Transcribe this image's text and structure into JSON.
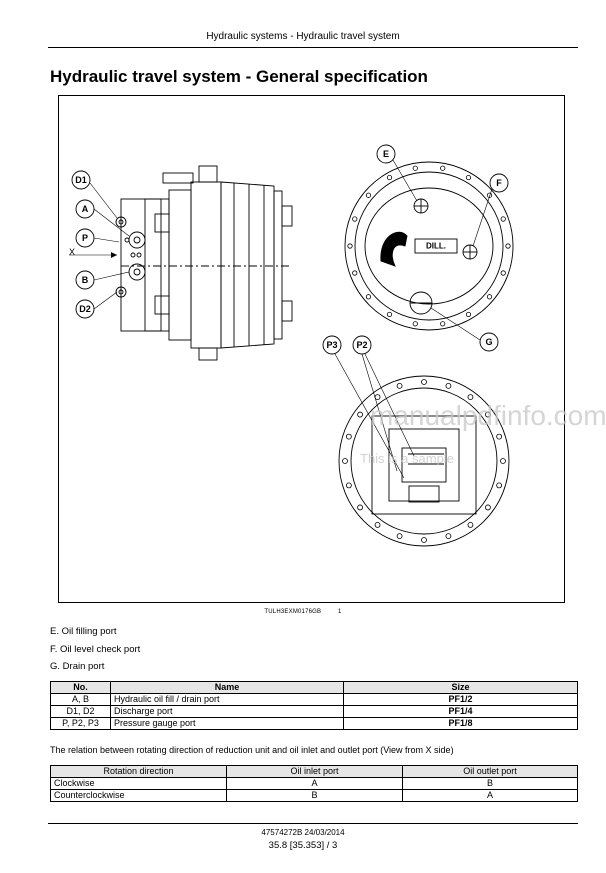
{
  "header": {
    "title": "Hydraulic systems - Hydraulic travel system"
  },
  "page_title": "Hydraulic travel system - General specification",
  "figure": {
    "reference_code": "TULH3EXM0176GB",
    "reference_number": "1",
    "callouts": [
      "D1",
      "A",
      "P",
      "X",
      "B",
      "D2",
      "E",
      "F",
      "G",
      "P3",
      "P2"
    ],
    "logo_text": "DILL."
  },
  "legend": [
    "E.  Oil filling port",
    "F.  Oil level check port",
    "G.  Drain port"
  ],
  "ports_table": {
    "headers": [
      "No.",
      "Name",
      "Size"
    ],
    "rows": [
      [
        "A, B",
        "Hydraulic oil fill / drain port",
        "PF1/2"
      ],
      [
        "D1, D2",
        "Discharge port",
        "PF1/4"
      ],
      [
        "P, P2, P3",
        "Pressure gauge port",
        "PF1/8"
      ]
    ]
  },
  "rotation_note": "The relation between rotating direction of reduction unit and oil inlet and outlet port (View from X side)",
  "rotation_table": {
    "headers": [
      "Rotation direction",
      "Oil inlet port",
      "Oil outlet port"
    ],
    "rows": [
      [
        "Clockwise",
        "A",
        "B"
      ],
      [
        "Counterclockwise",
        "B",
        "A"
      ]
    ]
  },
  "footer": {
    "doc": "47574272B 24/03/2014",
    "page": "35.8 [35.353] / 3"
  },
  "watermark": {
    "line1": "manualpdfinfo.com",
    "line2": "This is a sample"
  }
}
